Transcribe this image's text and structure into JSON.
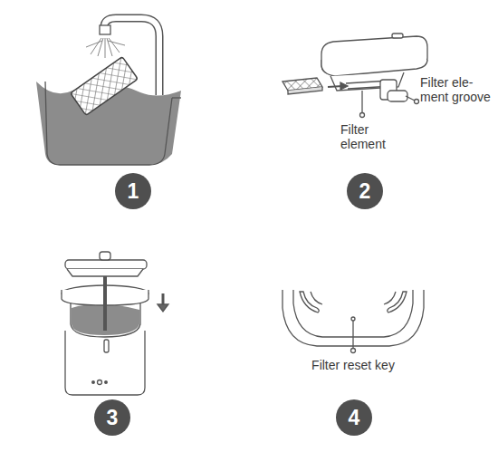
{
  "diagram": {
    "nodes": [
      {
        "text": [
          "1"
        ]
      },
      {
        "text": [
          "2"
        ]
      },
      {
        "text": [
          "3"
        ]
      },
      {
        "text": [
          "4"
        ]
      }
    ],
    "labels": [
      "Filter element",
      "Filter ele- ment groove",
      "Filter reset key"
    ]
  }
}
